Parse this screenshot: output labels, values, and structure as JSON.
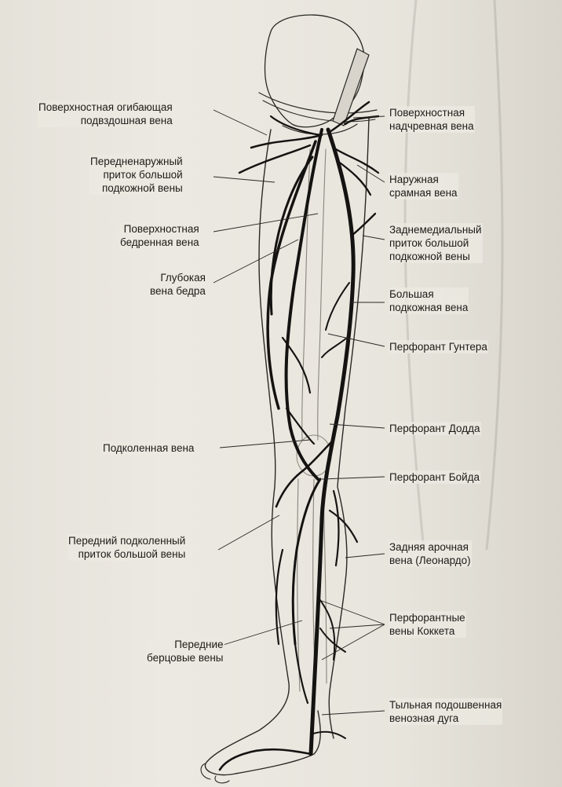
{
  "labels_left": [
    {
      "id": "superficial-circumflex-iliac",
      "lines": [
        "Поверхностная огибающая",
        "подвздошная вена"
      ]
    },
    {
      "id": "anterolateral-tributary",
      "lines": [
        "Передненаружный",
        "приток большой",
        "подкожной вены"
      ]
    },
    {
      "id": "superficial-femoral",
      "lines": [
        "Поверхностная",
        "бедренная вена"
      ]
    },
    {
      "id": "deep-femoral",
      "lines": [
        "Глубокая",
        "вена бедра"
      ]
    },
    {
      "id": "popliteal",
      "lines": [
        "Подколенная вена"
      ]
    },
    {
      "id": "anterior-popliteal-tributary",
      "lines": [
        "Передний подколенный",
        "приток большой вены"
      ]
    },
    {
      "id": "anterior-tibial",
      "lines": [
        "Передние",
        "берцовые вены"
      ]
    }
  ],
  "labels_right": [
    {
      "id": "superficial-epigastric",
      "lines": [
        "Поверхностная",
        "надчревная вена"
      ]
    },
    {
      "id": "external-pudendal",
      "lines": [
        "Наружная",
        "срамная вена"
      ]
    },
    {
      "id": "posteromedial-tributary",
      "lines": [
        "Заднемедиальный",
        "приток большой",
        "подкожной вены"
      ]
    },
    {
      "id": "great-saphenous",
      "lines": [
        "Большая",
        "подкожная вена"
      ]
    },
    {
      "id": "hunter-perforator",
      "lines": [
        "Перфорант Гунтера"
      ]
    },
    {
      "id": "dodd-perforator",
      "lines": [
        "Перфорант Додда"
      ]
    },
    {
      "id": "boyd-perforator",
      "lines": [
        "Перфорант Бойда"
      ]
    },
    {
      "id": "posterior-arch",
      "lines": [
        "Задняя арочная",
        "вена (Леонардо)"
      ]
    },
    {
      "id": "cockett-perforators",
      "lines": [
        "Перфорантные",
        "вены Коккета"
      ]
    },
    {
      "id": "dorsal-venous-arch",
      "lines": [
        "Тыльная подошвенная",
        "венозная дуга"
      ]
    }
  ]
}
